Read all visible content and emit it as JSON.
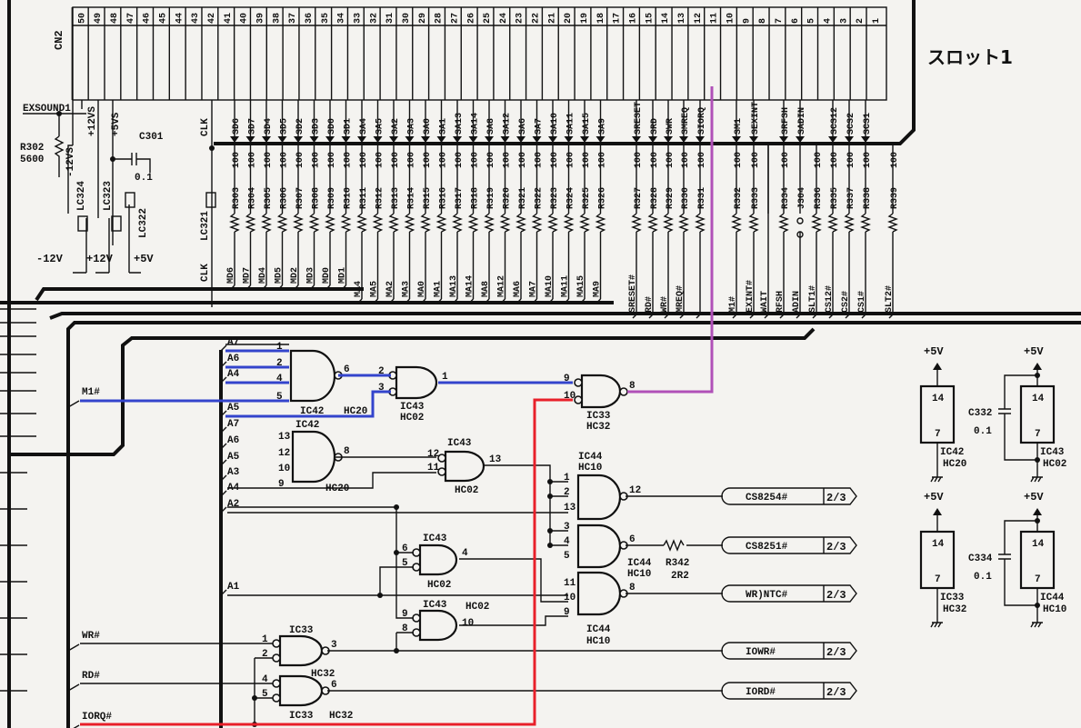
{
  "title": "スロット1",
  "connector": {
    "name": "CN2",
    "pins": [
      "1",
      "2",
      "3",
      "4",
      "5",
      "6",
      "7",
      "8",
      "9",
      "10",
      "11",
      "12",
      "13",
      "14",
      "15",
      "16",
      "17",
      "18",
      "19",
      "20",
      "21",
      "22",
      "23",
      "24",
      "25",
      "26",
      "27",
      "28",
      "29",
      "30",
      "31",
      "32",
      "33",
      "34",
      "35",
      "36",
      "37",
      "38",
      "39",
      "40",
      "41",
      "42",
      "43",
      "44",
      "45",
      "46",
      "47",
      "48",
      "49",
      "50"
    ]
  },
  "left_power": {
    "exsound": "EXSOUND1",
    "r302": "R302",
    "r302_value": "5600",
    "m12vs": "-12VS",
    "p12vs": "+12VS",
    "p5vs": "+5VS",
    "c301": "C301",
    "c301_value": "0.1",
    "clk_top": "CLK",
    "lc324": "LC324",
    "lc323": "LC323",
    "lc322": "LC322",
    "lc321": "LC321",
    "m12v": "-12V",
    "p12v": "+12V",
    "p5v": "+5V",
    "clk_bottom": "CLK"
  },
  "columns": [
    {
      "sig": "SD6",
      "res": "R303",
      "val": "100",
      "net": "MD6"
    },
    {
      "sig": "SD7",
      "res": "R304",
      "val": "100",
      "net": "MD7"
    },
    {
      "sig": "SD4",
      "res": "R305",
      "val": "100",
      "net": "MD4"
    },
    {
      "sig": "SD5",
      "res": "R306",
      "val": "100",
      "net": "MD5"
    },
    {
      "sig": "SD2",
      "res": "R307",
      "val": "100",
      "net": "MD2"
    },
    {
      "sig": "SD3",
      "res": "R308",
      "val": "100",
      "net": "MD3"
    },
    {
      "sig": "SD0",
      "res": "R309",
      "val": "100",
      "net": "MD0"
    },
    {
      "sig": "SD1",
      "res": "R310",
      "val": "100",
      "net": "MD1"
    },
    {
      "sig": "SA4",
      "res": "R311",
      "val": "100",
      "net": "MA4"
    },
    {
      "sig": "SA5",
      "res": "R312",
      "val": "100",
      "net": "MA5"
    },
    {
      "sig": "SA2",
      "res": "R313",
      "val": "100",
      "net": "MA2"
    },
    {
      "sig": "SA3",
      "res": "R314",
      "val": "100",
      "net": "MA3"
    },
    {
      "sig": "SA0",
      "res": "R315",
      "val": "100",
      "net": "MA0"
    },
    {
      "sig": "SA1",
      "res": "R316",
      "val": "100",
      "net": "MA1"
    },
    {
      "sig": "SA13",
      "res": "R317",
      "val": "100",
      "net": "MA13"
    },
    {
      "sig": "SA14",
      "res": "R318",
      "val": "100",
      "net": "MA14"
    },
    {
      "sig": "SA8",
      "res": "R319",
      "val": "100",
      "net": "MA8"
    },
    {
      "sig": "SA12",
      "res": "R320",
      "val": "100",
      "net": "MA12"
    },
    {
      "sig": "SA6",
      "res": "R321",
      "val": "100",
      "net": "MA6"
    },
    {
      "sig": "SA7",
      "res": "R322",
      "val": "100",
      "net": "MA7"
    },
    {
      "sig": "SA10",
      "res": "R323",
      "val": "100",
      "net": "MA10"
    },
    {
      "sig": "SA11",
      "res": "R324",
      "val": "100",
      "net": "MA11"
    },
    {
      "sig": "SA15",
      "res": "R325",
      "val": "100",
      "net": "MA15"
    },
    {
      "sig": "SA9",
      "res": "R326",
      "val": "100",
      "net": "MA9"
    },
    {
      "sig": "SRESET",
      "res": "R327",
      "val": "100",
      "net": "SRESET#"
    },
    {
      "sig": "SRD",
      "res": "R328",
      "val": "100",
      "net": "RD#"
    },
    {
      "sig": "SWR",
      "res": "R329",
      "val": "100",
      "net": "WR#"
    },
    {
      "sig": "SMREQ",
      "res": "R330",
      "val": "100",
      "net": "MREQ#"
    },
    {
      "sig": "SIORQ",
      "res": "R331",
      "val": "100",
      "net": ""
    },
    {
      "sig": "SM1",
      "res": "R332",
      "val": "100",
      "net": "M1#"
    },
    {
      "sig": "SEXINT",
      "res": "R333",
      "val": "100",
      "net": "EXINT#"
    },
    {
      "sig": "",
      "res": "",
      "val": "",
      "net": "WAIT"
    },
    {
      "sig": "SRFSH",
      "res": "R334",
      "val": "100",
      "net": "RFSH"
    },
    {
      "sig": "SADIN",
      "res": "J304",
      "val": "",
      "net": "ADIN"
    },
    {
      "sig": "",
      "res": "R336",
      "val": "100",
      "net": "SLT1#"
    },
    {
      "sig": "SCS12",
      "res": "R335",
      "val": "100",
      "net": "CS12#"
    },
    {
      "sig": "SCS2",
      "res": "R337",
      "val": "100",
      "net": "CS2#"
    },
    {
      "sig": "SCS1",
      "res": "R338",
      "val": "100",
      "net": "CS1#"
    },
    {
      "sig": "",
      "res": "R339",
      "val": "100",
      "net": "SLT2#"
    }
  ],
  "bus_inputs": [
    "M1#",
    "WR#",
    "RD#",
    "IORQ#"
  ],
  "address_taps": [
    "A7",
    "A6",
    "A4",
    "A5",
    "A7",
    "A6",
    "A5",
    "A3",
    "A4",
    "A2",
    "A1"
  ],
  "gates": [
    {
      "ic": "IC42",
      "type": "HC20",
      "pins": [
        "1",
        "2",
        "4",
        "5"
      ],
      "out": "6"
    },
    {
      "ic": "IC43",
      "type": "HC02",
      "pins": [
        "2",
        "3"
      ],
      "out": "1"
    },
    {
      "ic": "IC33",
      "type": "HC32",
      "pins": [
        "9",
        "10"
      ],
      "out": "8"
    },
    {
      "ic": "IC42",
      "type": "HC20",
      "pins": [
        "13",
        "12",
        "10",
        "9"
      ],
      "out": "8"
    },
    {
      "ic": "IC43",
      "type": "HC02",
      "pins": [
        "12",
        "11"
      ],
      "out": "13"
    },
    {
      "ic": "IC44",
      "type": "HC10",
      "pins": [
        "1",
        "2",
        "13"
      ],
      "out": "12"
    },
    {
      "ic": "IC44",
      "type": "HC10",
      "pins": [
        "3",
        "4",
        "5"
      ],
      "out": "6"
    },
    {
      "ic": "IC44",
      "type": "HC10",
      "pins": [
        "11",
        "10",
        "9"
      ],
      "out": "8"
    },
    {
      "ic": "IC43",
      "type": "HC02",
      "pins": [
        "6",
        "5"
      ],
      "out": "4"
    },
    {
      "ic": "IC43",
      "type": "HC02",
      "pins": [
        "9",
        "8"
      ],
      "out": "10"
    },
    {
      "ic": "IC33",
      "type": "HC32",
      "pins": [
        "1",
        "2"
      ],
      "out": "3"
    },
    {
      "ic": "IC33",
      "type": "HC32",
      "pins": [
        "4",
        "5"
      ],
      "out": "6"
    }
  ],
  "r342": {
    "name": "R342",
    "value": "2R2"
  },
  "outputs": [
    {
      "label": "CS8254#",
      "page": "2/3"
    },
    {
      "label": "CS8251#",
      "page": "2/3"
    },
    {
      "label": "WR)NTC#",
      "page": "2/3"
    },
    {
      "label": "IOWR#",
      "page": "2/3"
    },
    {
      "label": "IORD#",
      "page": "2/3"
    }
  ],
  "decoupling": [
    {
      "supply": "+5V",
      "pin_vcc": "14",
      "pin_gnd": "7",
      "ic": "IC42",
      "type": "HC20"
    },
    {
      "supply": "+5V",
      "pin_vcc": "14",
      "pin_gnd": "7",
      "ic": "IC43",
      "type": "HC02"
    },
    {
      "supply": "+5V",
      "pin_vcc": "14",
      "pin_gnd": "7",
      "ic": "IC33",
      "type": "HC32"
    },
    {
      "supply": "+5V",
      "pin_vcc": "14",
      "pin_gnd": "7",
      "ic": "IC44",
      "type": "HC10"
    }
  ],
  "capacitors": [
    {
      "name": "C332",
      "value": "0.1"
    },
    {
      "name": "C334",
      "value": "0.1"
    }
  ],
  "highlight_colors": {
    "m1_path": "#3344cc",
    "iorq_path": "#e8202a",
    "output_path": "#b050b8"
  }
}
